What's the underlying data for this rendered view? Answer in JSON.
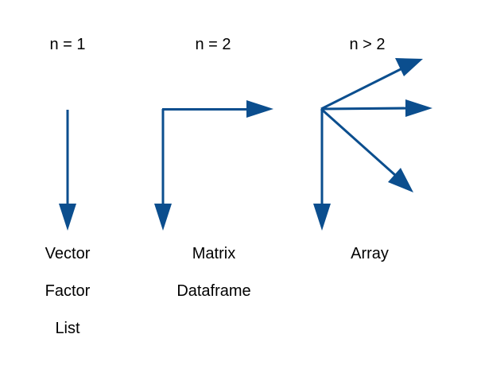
{
  "columns": [
    {
      "heading": "n = 1",
      "structures": [
        "Vector",
        "Factor",
        "List"
      ]
    },
    {
      "heading": "n = 2",
      "structures": [
        "Matrix",
        "Dataframe"
      ]
    },
    {
      "heading": "n > 2",
      "structures": [
        "Array"
      ]
    }
  ],
  "arrow_color": "#0b4e8e"
}
